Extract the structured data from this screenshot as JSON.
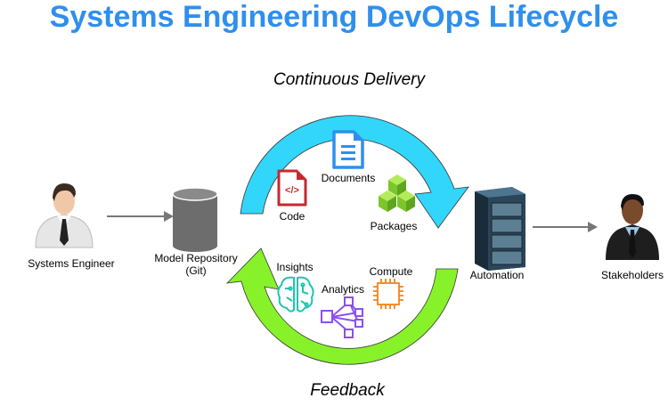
{
  "title": "Systems Engineering DevOps Lifecycle",
  "cycle": {
    "delivery_label": "Continuous Delivery",
    "feedback_label": "Feedback",
    "delivery_color": "#33d6fb",
    "feedback_color": "#87f22a"
  },
  "nodes": {
    "systems_engineer": "Systems Engineer",
    "model_repository_line1": "Model Repository",
    "model_repository_line2": "(Git)",
    "automation": "Automation",
    "stakeholders": "Stakeholders"
  },
  "delivery_artifacts": {
    "code": "Code",
    "documents": "Documents",
    "packages": "Packages"
  },
  "feedback_items": {
    "insights": "Insights",
    "analytics": "Analytics",
    "compute": "Compute"
  },
  "colors": {
    "title": "#2f8fec",
    "code_icon": "#c7282d",
    "documents_icon": "#2e8ff0",
    "packages_icon": "#86d33a",
    "insights_icon": "#1fc5b3",
    "analytics_icon": "#8c4ff0",
    "compute_icon": "#f58319",
    "connector": "#777777"
  }
}
